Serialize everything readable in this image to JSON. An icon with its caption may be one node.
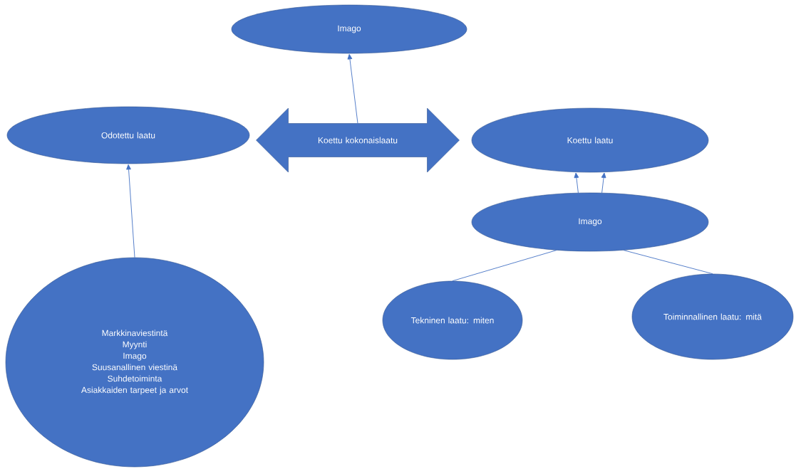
{
  "diagram": {
    "nodes": [
      {
        "text": [
          "Imago"
        ]
      },
      {
        "text": [
          "Odotettu laatu"
        ]
      },
      {
        "text": [
          "Koettu kokonaislaatu"
        ]
      },
      {
        "text": [
          "Koettu laatu"
        ]
      },
      {
        "text": [
          "Imago"
        ]
      },
      {
        "text": [
          "Markkinaviestintä",
          "Myynti",
          "Imago",
          "Suusanallinen viestinä",
          "Suhdetoiminta",
          "Asiakkaiden tarpeet ja arvot"
        ]
      },
      {
        "text": [
          "Tekninen laatu: miten"
        ]
      },
      {
        "text": [
          "Toiminnallinen laatu: mitä"
        ]
      }
    ],
    "edges": [
      {
        "from": 2,
        "to": 0,
        "arrow": "to"
      },
      {
        "from": 5,
        "to": 1,
        "arrow": "to"
      },
      {
        "from": 4,
        "to": 3,
        "arrow": "to"
      },
      {
        "from": 4,
        "to": 3,
        "arrow": "to"
      },
      {
        "from": 6,
        "to": 4,
        "arrow": "none"
      },
      {
        "from": 7,
        "to": 4,
        "arrow": "none"
      }
    ]
  }
}
